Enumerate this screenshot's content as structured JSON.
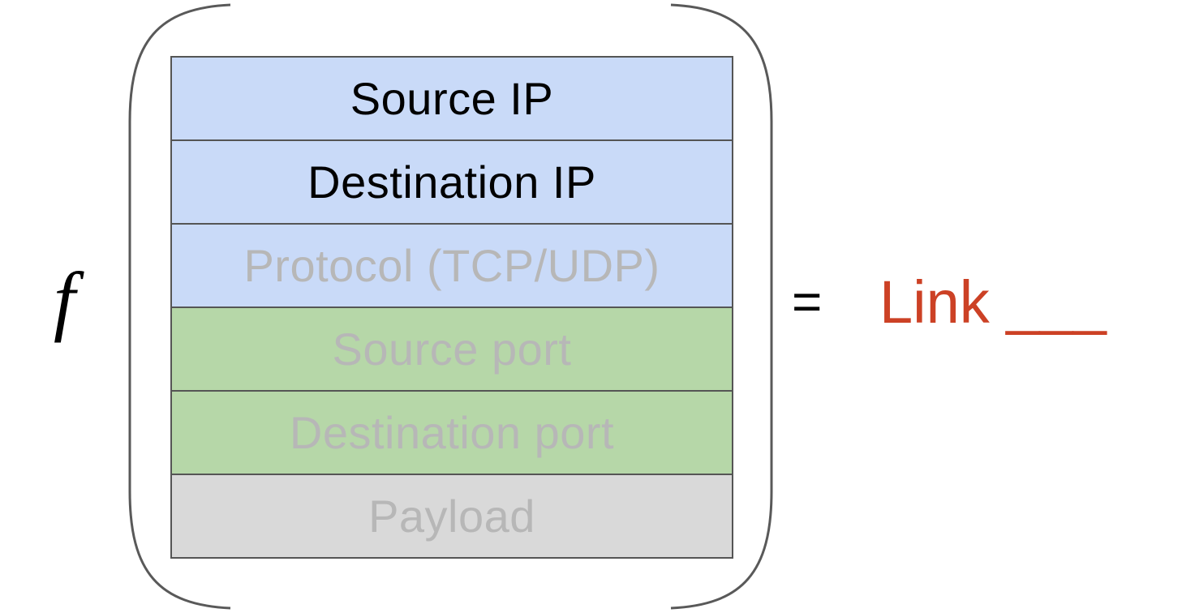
{
  "function_symbol": "f",
  "packet_fields": [
    {
      "label": "Source IP",
      "group": "ip",
      "state": "active"
    },
    {
      "label": "Destination IP",
      "group": "ip",
      "state": "active"
    },
    {
      "label": "Protocol (TCP/UDP)",
      "group": "ip",
      "state": "dimmed"
    },
    {
      "label": "Source port",
      "group": "port",
      "state": "dimmed"
    },
    {
      "label": "Destination port",
      "group": "port",
      "state": "dimmed"
    },
    {
      "label": "Payload",
      "group": "payload",
      "state": "dimmed"
    }
  ],
  "equals_sign": "=",
  "result_text": "Link ___",
  "colors": {
    "ip_fill": "#c9daf8",
    "port_fill": "#b6d7a8",
    "payload_fill": "#d9d9d9",
    "result_text": "#cc4125",
    "dimmed_text": "#b7b7b7",
    "active_text": "#000000"
  }
}
